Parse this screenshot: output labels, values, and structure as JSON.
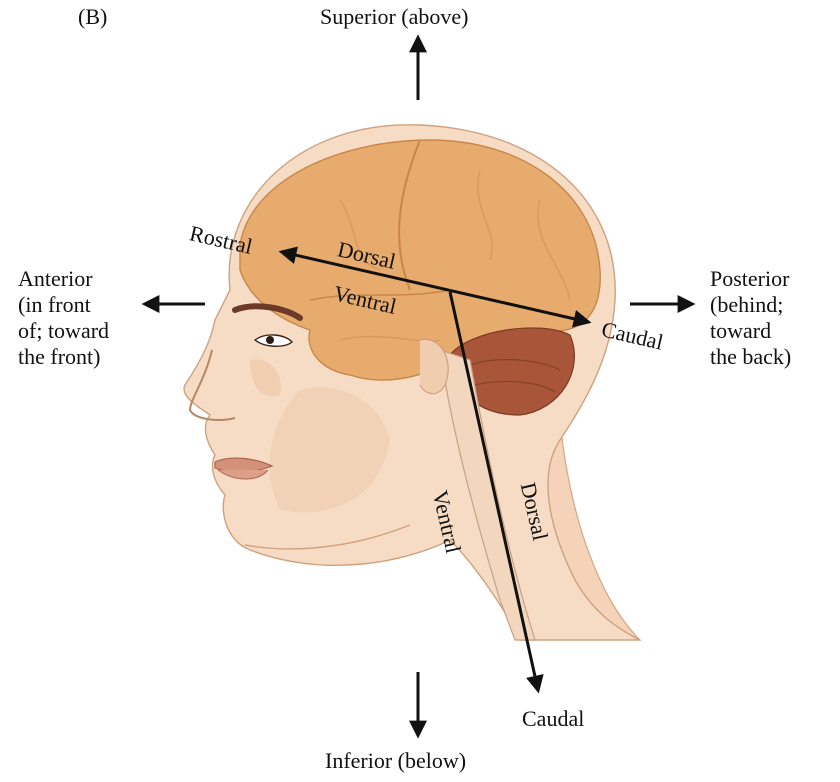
{
  "panel_label": "(B)",
  "directions": {
    "superior": "Superior (above)",
    "inferior": "Inferior (below)",
    "anterior": [
      "Anterior",
      "(in front",
      "of; toward",
      "the front)"
    ],
    "posterior": [
      "Posterior",
      "(behind;",
      "toward",
      "the back)"
    ]
  },
  "brain_axis": {
    "rostral": "Rostral",
    "caudal": "Caudal",
    "dorsal": "Dorsal",
    "ventral": "Ventral"
  },
  "spinal_axis": {
    "dorsal": "Dorsal",
    "ventral": "Ventral",
    "caudal": "Caudal"
  },
  "colors": {
    "skin": "#f6dcc4",
    "skin_shadow": "#eec7a6",
    "brain": "#e8ab6e",
    "brain_dark": "#c98648",
    "cerebellum": "#a8553a",
    "arrow": "#111111"
  }
}
